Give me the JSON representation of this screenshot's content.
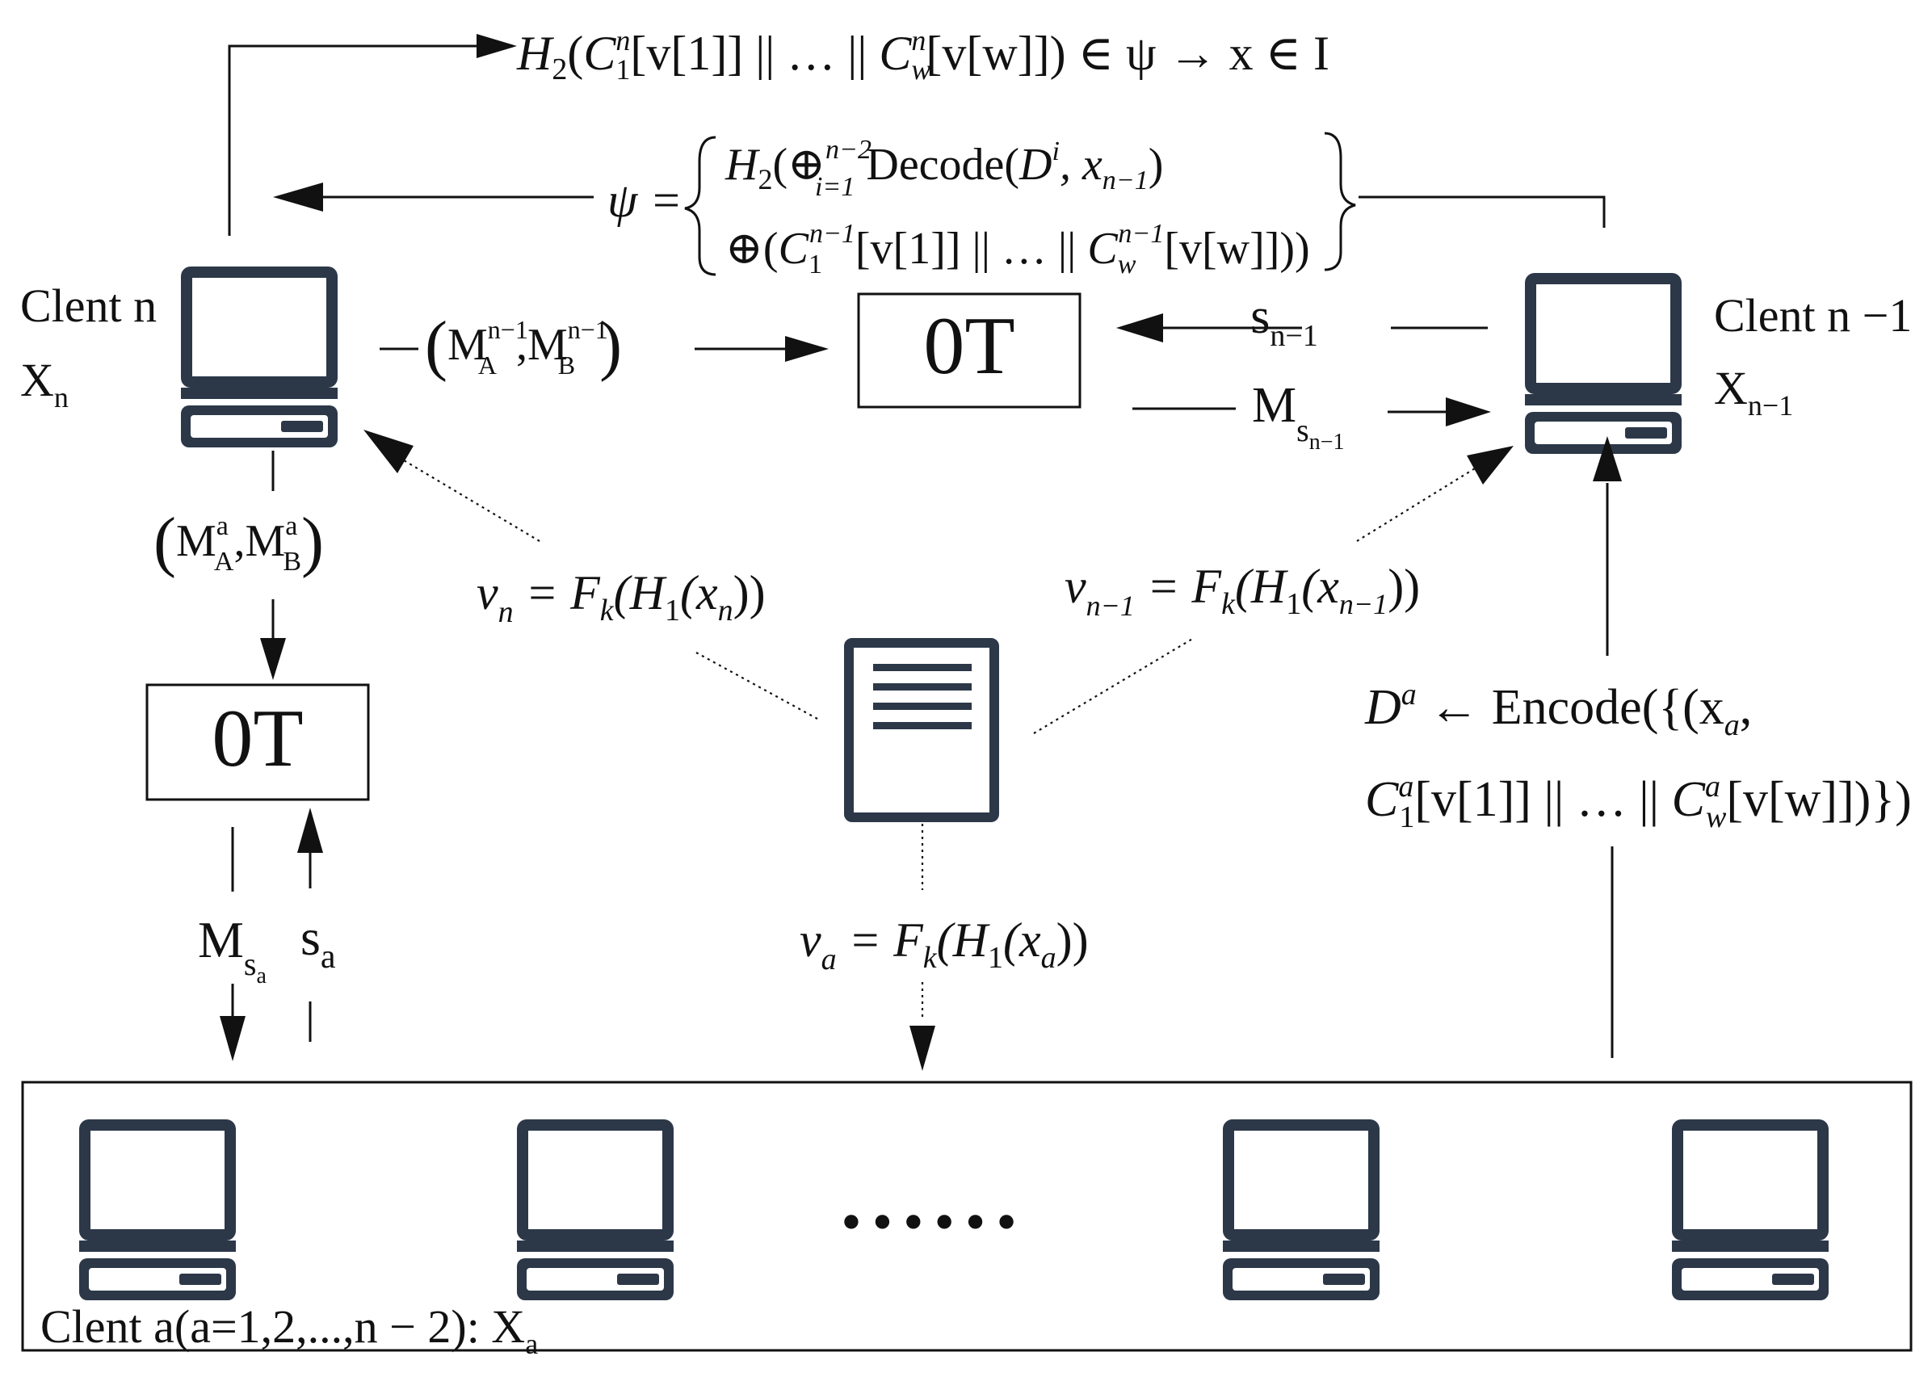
{
  "top_formula": {
    "H": "H",
    "two": "2",
    "open": "(",
    "C1": "C",
    "sub1": "1",
    "supn": "n",
    "vv1": "[v[1]] || … || ",
    "Cw": "C",
    "subw": "w",
    "supn2": "n",
    "vvw": "[v[w]]) ∈ ψ → x ∈ I"
  },
  "psi": {
    "lhs": "ψ =",
    "row1": {
      "H": "H",
      "two": "2",
      "op": "(⊕",
      "sup": "n−2",
      "sub": "i=1",
      "dec": " Decode(",
      "D": "D",
      "i": "i",
      "comma": ", x",
      "n1": "n−1",
      "close": ")"
    },
    "row2": {
      "op": "⊕(",
      "C1": "C",
      "sub1": "1",
      "sup1": "n−1",
      "mid": "[v[1]] || … || ",
      "Cw": "C",
      "subw": "w",
      "supw": "n−1",
      "end": "[v[w]]))"
    }
  },
  "client_n": {
    "title": "Clent n",
    "x": "X",
    "x_sub": "n"
  },
  "client_n1": {
    "title": "Clent n −1",
    "x": "X",
    "x_sub": "n−1"
  },
  "ot_top": {
    "label": "0T"
  },
  "ot_left": {
    "label": "0T"
  },
  "pair_n1": {
    "open": "(",
    "M1": "M",
    "sup1": "n−1",
    "sub1": "A",
    "comma": ",M",
    "sup2": "n−1",
    "sub2": "B",
    "close": ")"
  },
  "pair_a": {
    "open": "(",
    "M1": "M",
    "sup1": "a",
    "sub1": "A",
    "comma": ",M",
    "sup2": "a",
    "sub2": "B",
    "close": ")"
  },
  "s_n1": {
    "s": "s",
    "sub": "n−1"
  },
  "m_sn1": {
    "M": "M",
    "s": "s",
    "sub": "n−1"
  },
  "m_sa": {
    "M": "M",
    "s": "s",
    "sub": "a"
  },
  "s_a": {
    "s": "s",
    "sub": "a"
  },
  "vn": {
    "v": "v",
    "v_sub": "n",
    "eq": " = F",
    "k": "k",
    "open": "(H",
    "one": "1",
    "x": "(x",
    "x_sub": "n",
    "close": "))"
  },
  "vn1": {
    "v": "v",
    "v_sub": "n−1",
    "eq": " = F",
    "k": "k",
    "open": "(H",
    "one": "1",
    "x": "(x",
    "x_sub": "n−1",
    "close": "))"
  },
  "va": {
    "v": "v",
    "v_sub": "a",
    "eq": " = F",
    "k": "k",
    "open": "(H",
    "one": "1",
    "x": "(x",
    "x_sub": "a",
    "close": "))"
  },
  "encode": {
    "row1": {
      "D": "D",
      "a": "a",
      "rest": " ← Encode({(x",
      "x_sub": "a",
      "comma": ","
    },
    "row2": {
      "C1": "C",
      "sup1": "a",
      "sub1": "1",
      "mid": "[v[1]] || … || ",
      "Cw": "C",
      "supw": "a",
      "subw": "w",
      "end": "[v[w]])})"
    }
  },
  "ellipsis": "• • • • • •",
  "group_label": {
    "text": "Clent a(a=1,2,...,n − 2): X",
    "sub": "a"
  },
  "colors": {
    "device": "#2c3848",
    "ink": "#111111"
  }
}
